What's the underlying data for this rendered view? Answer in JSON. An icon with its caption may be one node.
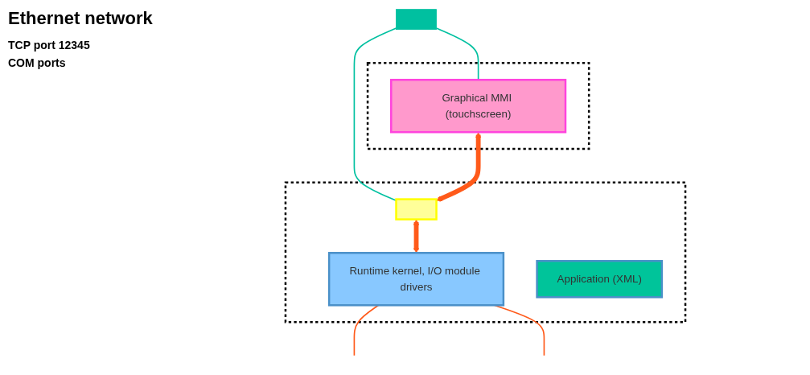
{
  "diagram": {
    "title": "Ethernet network",
    "nodes": [
      {
        "text": [],
        "shape": "bar"
      },
      {
        "text": [],
        "shape": "box"
      },
      {
        "text": [],
        "shape": "box"
      },
      {
        "text": [],
        "shape": "box",
        "in": 1
      },
      {
        "text": [
          "Runtime kernel, I/O module drivers"
        ],
        "in": 1
      },
      {
        "text": [
          "Application (XML)"
        ],
        "in": 1
      },
      {
        "text": [
          "Graphical MMI (touchscreen)"
        ],
        "in": 2
      }
    ],
    "edges": [
      {
        "from": 0,
        "to": 3,
        "arrow": "none",
        "color": "#00c0a0"
      },
      {
        "from": 0,
        "to": 6,
        "arrow": "none",
        "color": "#00c0a0"
      },
      {
        "from": 6,
        "to": 3,
        "arrow": "both",
        "style": "thick",
        "color": "#ff5a1a"
      },
      {
        "from": 3,
        "to": 4,
        "arrow": "both",
        "style": "thick",
        "color": "#ff5a1a"
      },
      {
        "from": 4,
        "to": null,
        "arrow": "none",
        "color": "#ff5a1a"
      },
      {
        "from": 4,
        "to": null,
        "arrow": "none",
        "color": "#ff5a1a"
      }
    ],
    "labels": [
      "TCP port 12345",
      "COM ports"
    ]
  }
}
